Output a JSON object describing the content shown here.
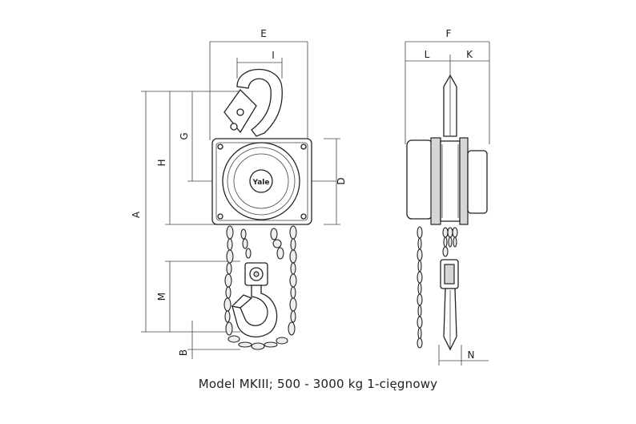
{
  "caption": "Model MKIII; 500 - 3000 kg 1-cięgnowy",
  "dimension_labels": {
    "A": "A",
    "B": "B",
    "D": "D",
    "E": "E",
    "F": "F",
    "G": "G",
    "H": "H",
    "I": "I",
    "K": "K",
    "L": "L",
    "M": "M",
    "N": "N"
  },
  "logo_text": "Yale"
}
